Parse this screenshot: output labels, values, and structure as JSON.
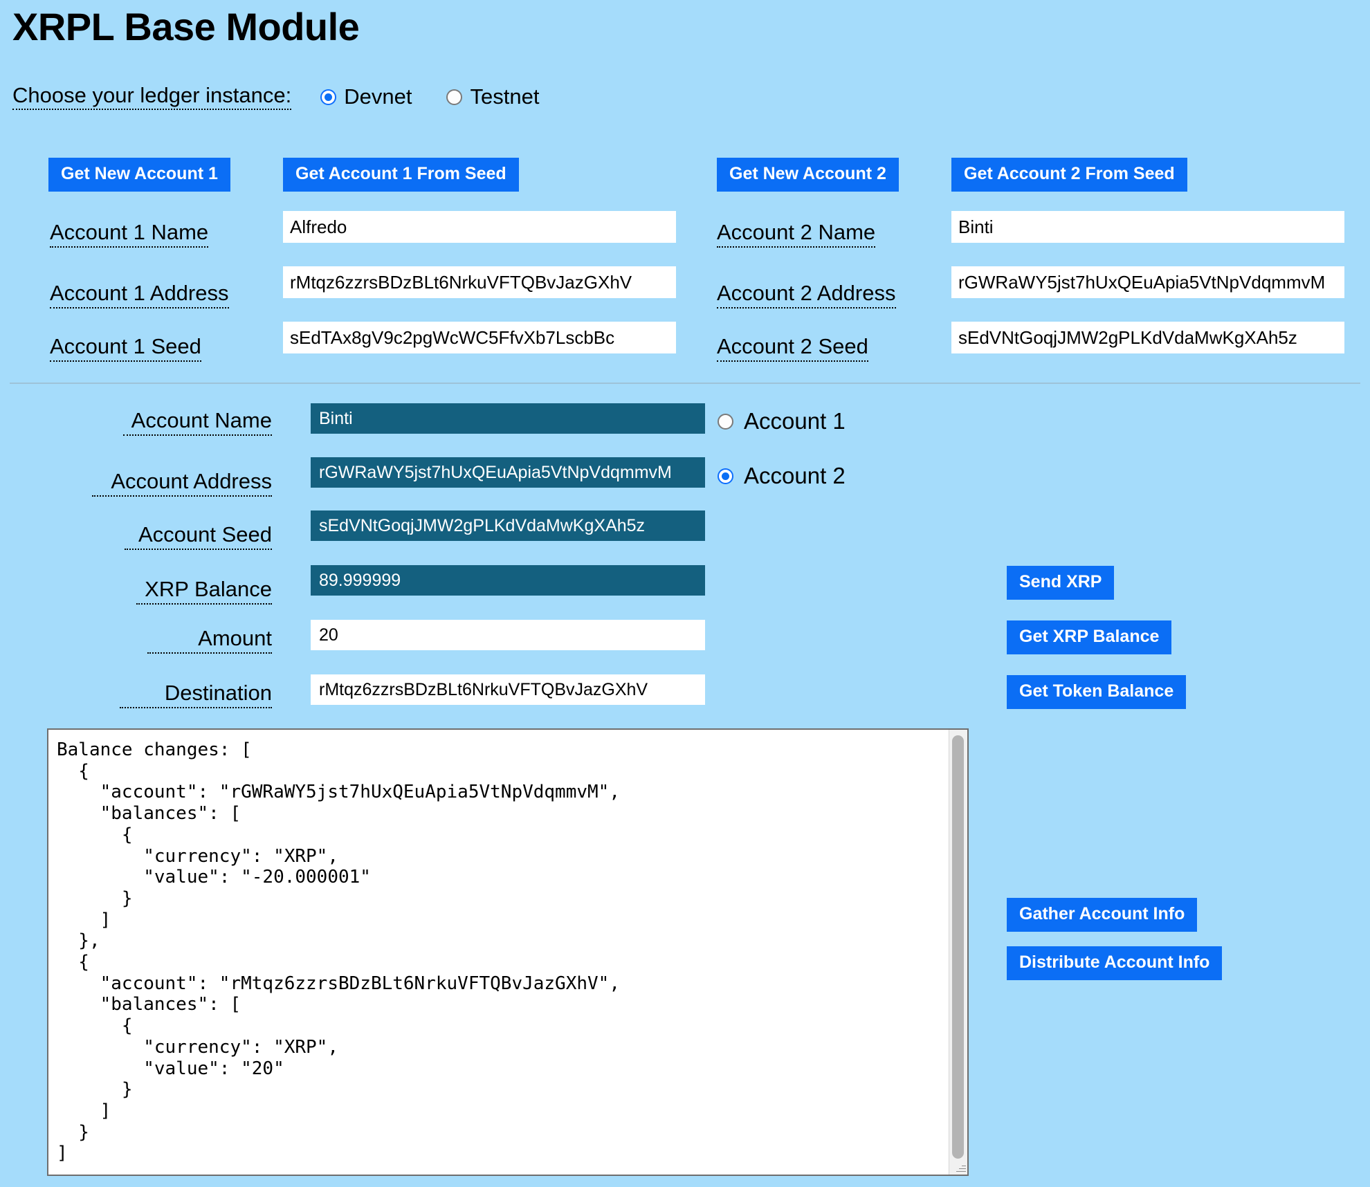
{
  "page": {
    "title": "XRPL Base Module",
    "background_color": "#a5dcfb",
    "accent_color": "#0b6ef5",
    "field_dark_color": "#14607f"
  },
  "ledger": {
    "label": "Choose your ledger instance:",
    "options": [
      {
        "label": "Devnet",
        "selected": true
      },
      {
        "label": "Testnet",
        "selected": false
      }
    ]
  },
  "account1": {
    "new_button": "Get New Account 1",
    "from_seed_button": "Get Account 1 From Seed",
    "name_label": "Account 1 Name",
    "name_value": "Alfredo",
    "address_label": "Account 1 Address",
    "address_value": "rMtqz6zzrsBDzBLt6NrkuVFTQBvJazGXhV",
    "seed_label": "Account 1 Seed",
    "seed_value": "sEdTAx8gV9c2pgWcWC5FfvXb7LscbBc"
  },
  "account2": {
    "new_button": "Get New Account 2",
    "from_seed_button": "Get Account 2 From Seed",
    "name_label": "Account 2 Name",
    "name_value": "Binti",
    "address_label": "Account 2 Address",
    "address_value": "rGWRaWY5jst7hUxQEuApia5VtNpVdqmmvM",
    "seed_label": "Account 2 Seed",
    "seed_value": "sEdVNtGoqjJMW2gPLKdVdaMwKgXAh5z"
  },
  "active": {
    "name_label": "Account Name",
    "name_value": "Binti",
    "address_label": "Account Address",
    "address_value": "rGWRaWY5jst7hUxQEuApia5VtNpVdqmmvM",
    "seed_label": "Account Seed",
    "seed_value": "sEdVNtGoqjJMW2gPLKdVdaMwKgXAh5z",
    "balance_label": "XRP Balance",
    "balance_value": "89.999999",
    "amount_label": "Amount",
    "amount_value": "20",
    "destination_label": "Destination",
    "destination_value": "rMtqz6zzrsBDzBLt6NrkuVFTQBvJazGXhV",
    "selector": [
      {
        "label": "Account 1",
        "selected": false
      },
      {
        "label": "Account 2",
        "selected": true
      }
    ]
  },
  "actions": {
    "send_xrp": "Send XRP",
    "get_xrp_balance": "Get XRP Balance",
    "get_token_balance": "Get Token Balance",
    "gather_account_info": "Gather Account Info",
    "distribute_account_info": "Distribute Account Info"
  },
  "log": {
    "content": "Balance changes: [\n  {\n    \"account\": \"rGWRaWY5jst7hUxQEuApia5VtNpVdqmmvM\",\n    \"balances\": [\n      {\n        \"currency\": \"XRP\",\n        \"value\": \"-20.000001\"\n      }\n    ]\n  },\n  {\n    \"account\": \"rMtqz6zzrsBDzBLt6NrkuVFTQBvJazGXhV\",\n    \"balances\": [\n      {\n        \"currency\": \"XRP\",\n        \"value\": \"20\"\n      }\n    ]\n  }\n]"
  }
}
